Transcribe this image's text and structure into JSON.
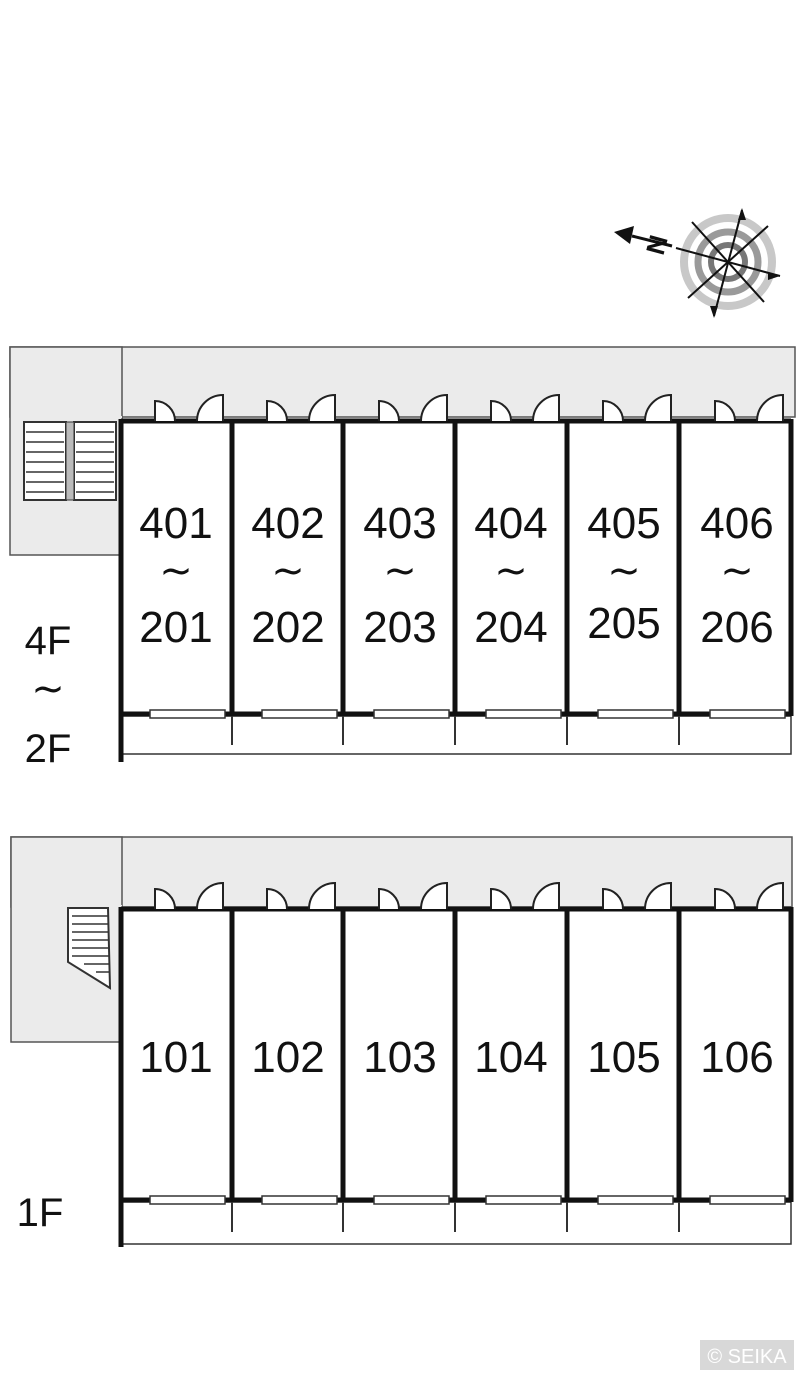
{
  "compass": {
    "north_label": "N"
  },
  "upper_plan": {
    "floor_label_top": "4F",
    "floor_label_range": "~",
    "floor_label_bottom": "2F",
    "units": [
      {
        "top": "401",
        "sep": "~",
        "bottom": "201"
      },
      {
        "top": "402",
        "sep": "~",
        "bottom": "202"
      },
      {
        "top": "403",
        "sep": "~",
        "bottom": "203"
      },
      {
        "top": "404",
        "sep": "~",
        "bottom": "204"
      },
      {
        "top": "405",
        "sep": "~",
        "bottom": "205"
      },
      {
        "top": "406",
        "sep": "~",
        "bottom": "206"
      }
    ]
  },
  "ground_plan": {
    "floor_label": "1F",
    "units": [
      "101",
      "102",
      "103",
      "104",
      "105",
      "106"
    ]
  },
  "copyright": "© SEIKA"
}
